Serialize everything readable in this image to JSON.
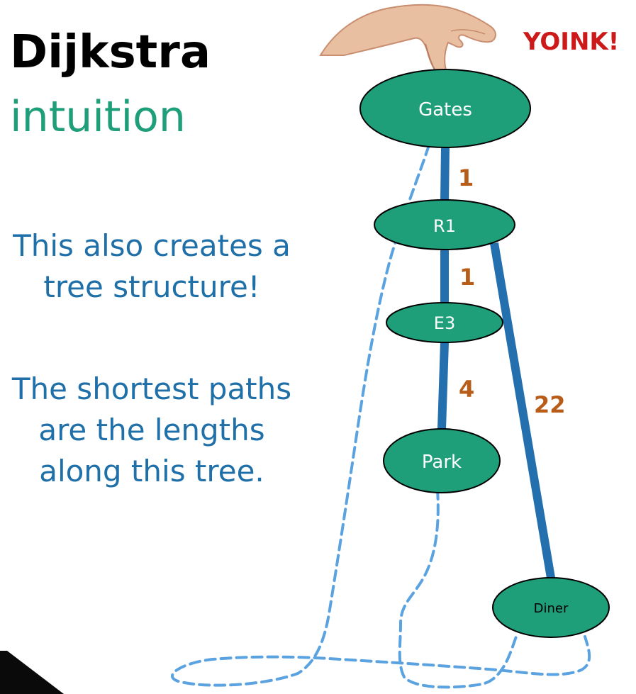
{
  "title": {
    "main": "Dijkstra",
    "sub": "intuition"
  },
  "text": {
    "line1": "This also creates a",
    "line2": "tree structure!",
    "line3": "The shortest paths",
    "line4": "are the lengths",
    "line5": "along this tree."
  },
  "yoink": "YOINK!",
  "nodes": {
    "gates": "Gates",
    "r1": "R1",
    "e3": "E3",
    "park": "Park",
    "diner": "Diner"
  },
  "edges": {
    "gates_r1": "1",
    "r1_e3": "1",
    "e3_park": "4",
    "r1_diner": "22"
  },
  "colors": {
    "node_fill": "#1f9e7a",
    "edge": "#2470ae",
    "weight": "#b85c1a",
    "string": "#5aa3e0",
    "yoink": "#cc1a1a"
  }
}
